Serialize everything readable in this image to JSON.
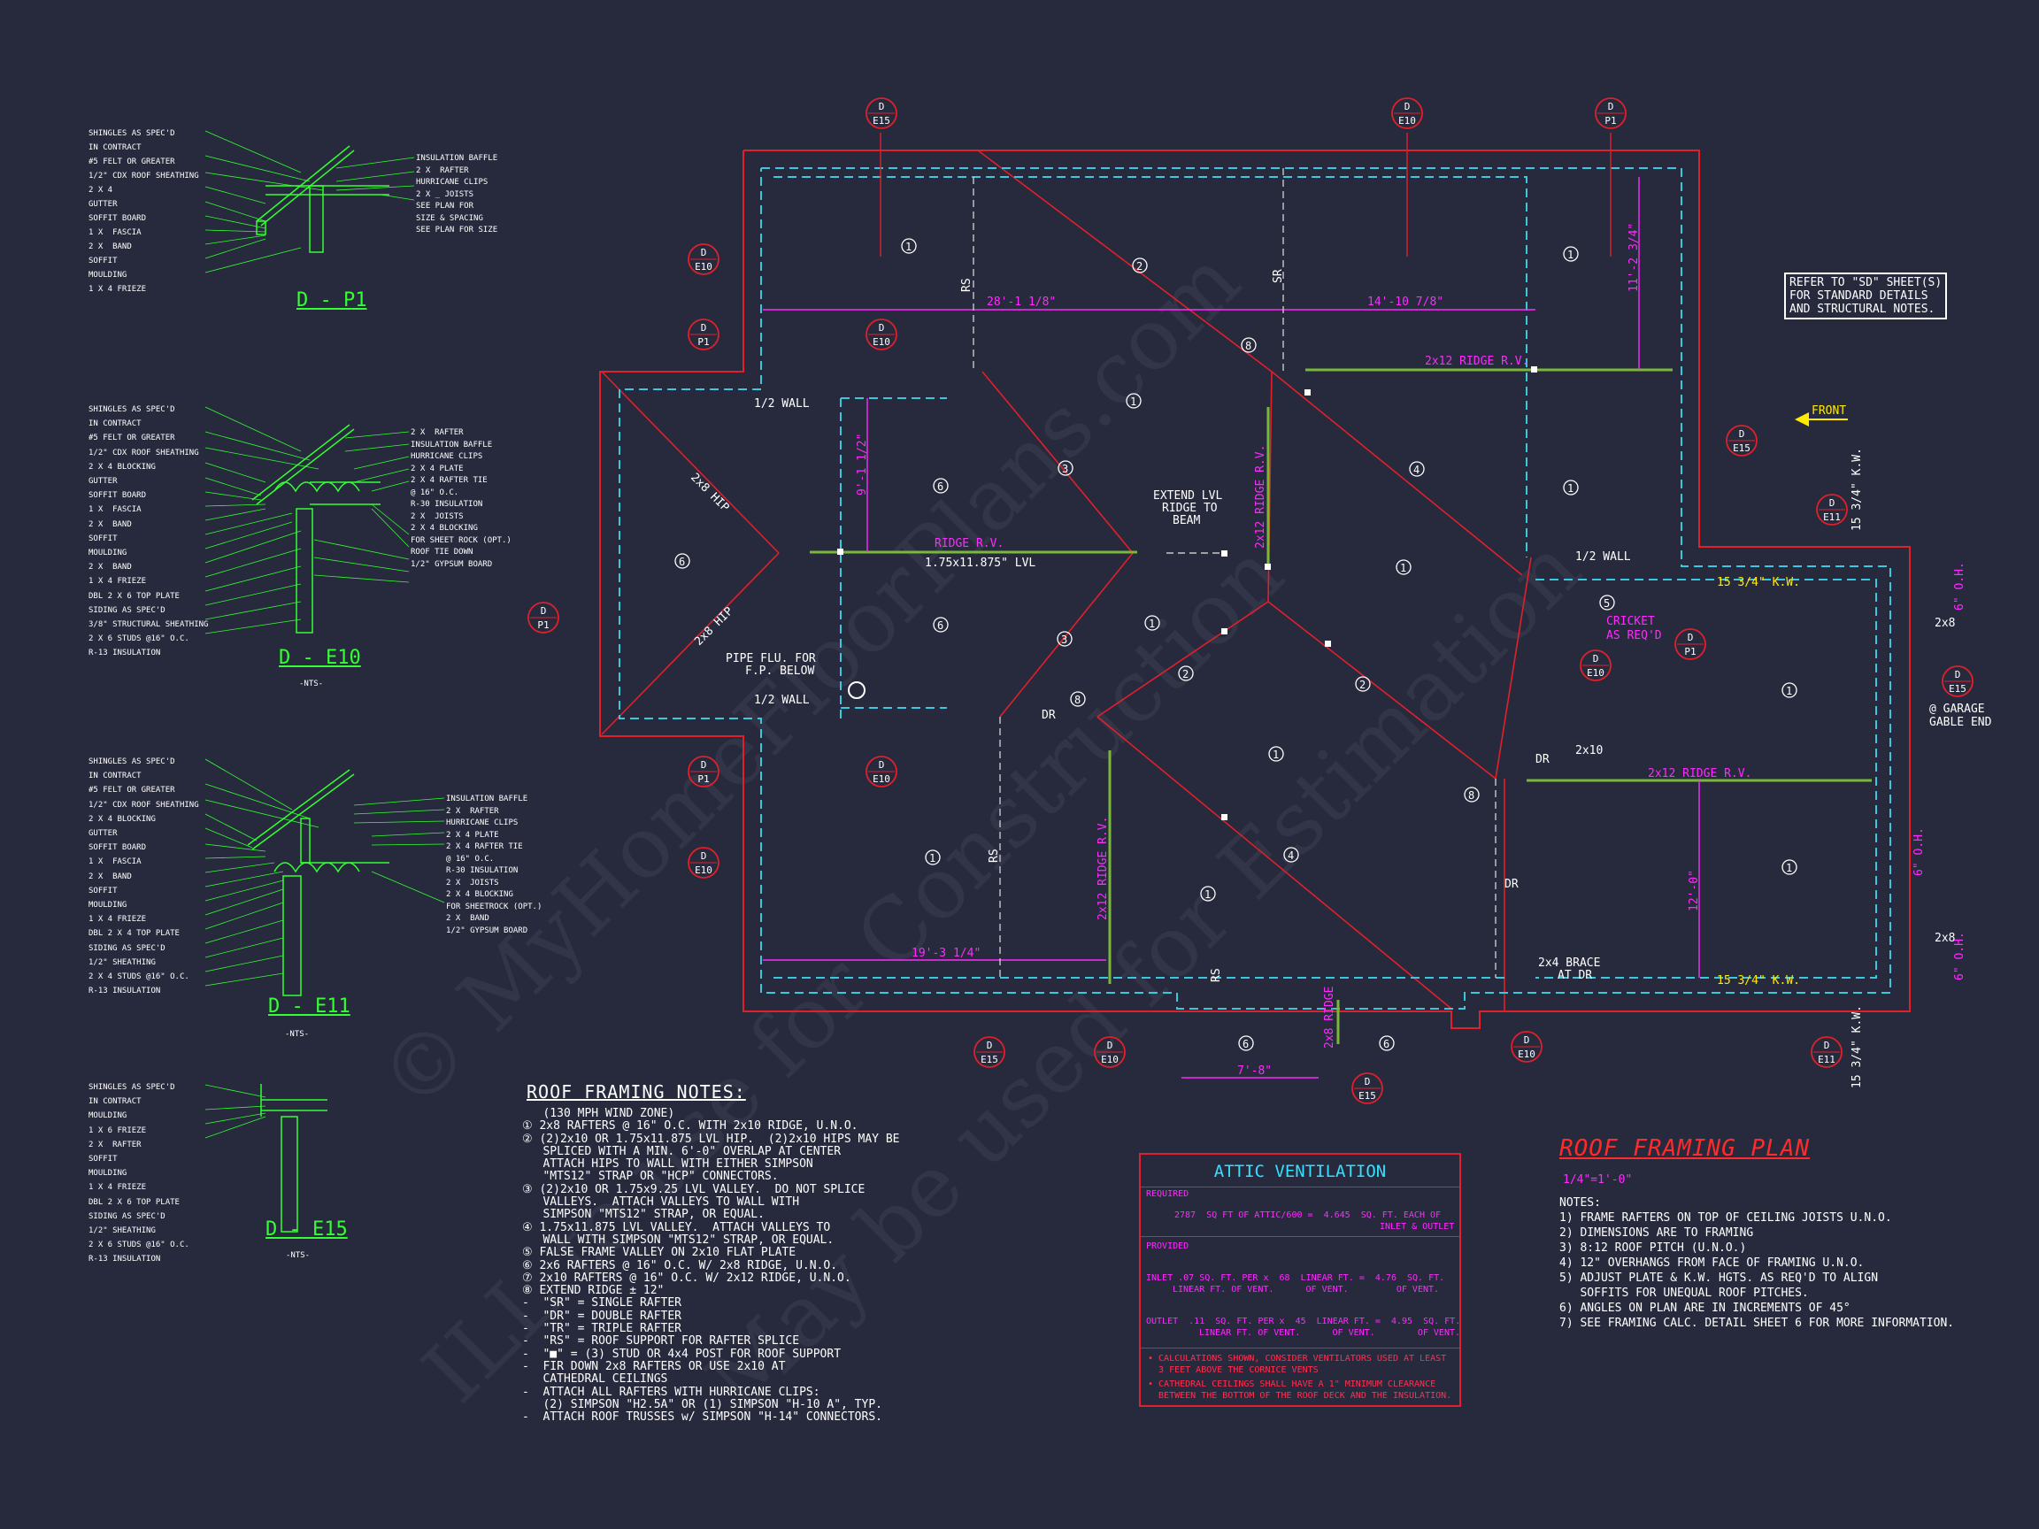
{
  "watermark": [
    "© MyHomeFloorPlans.com",
    "ILL to use for Construction",
    "May be used for Estimation"
  ],
  "plan": {
    "title": "ROOF FRAMING PLAN",
    "scale": "1/4\"=1'-0\"",
    "front_label": "FRONT",
    "notes_heading": "NOTES:",
    "notes": [
      "1) FRAME RAFTERS ON TOP OF CEILING JOISTS U.N.O.",
      "2) DIMENSIONS ARE TO FRAMING",
      "3) 8:12 ROOF PITCH (U.N.O.)",
      "4) 12\" OVERHANGS FROM FACE OF FRAMING U.N.O.",
      "5) ADJUST PLATE & K.W. HGTS. AS REQ'D TO ALIGN",
      "   SOFFITS FOR UNEQUAL ROOF PITCHES.",
      "6) ANGLES ON PLAN ARE IN INCREMENTS OF 45°",
      "7) SEE FRAMING CALC. DETAIL SHEET 6 FOR MORE INFORMATION."
    ],
    "refer_note": [
      "REFER TO \"SD\" SHEET(S)",
      "FOR STANDARD DETAILS",
      "AND STRUCTURAL NOTES."
    ],
    "labels": {
      "dim_top_left": "28'-1 1/8\"",
      "dim_top_right": "14'-10 7/8\"",
      "dim_vert_right": "11'-2 3/4\"",
      "dim_vert_left": "9'-1 1/2\"",
      "dim_bottom_left": "19'-3 1/4\"",
      "dim_bottom": "7'-8\"",
      "dim_right_vert": "12'-0\"",
      "ridge_top": "2x12 RIDGE R.V.",
      "ridge_mid": "RIDGE R.V.",
      "lvl": "1.75x11.875\" LVL",
      "ridge_right": "2x12 RIDGE R.V.",
      "ridge_vert": "2x12 RIDGE R.V.",
      "ridge_lower": "2x12 RIDGE R.V.",
      "ridge_bottom": "2x8 RIDGE",
      "half_wall_1": "1/2 WALL",
      "half_wall_2": "1/2 WALL",
      "half_wall_3": "1/2 WALL",
      "extend_lvl": [
        "EXTEND LVL",
        "RIDGE TO",
        "BEAM"
      ],
      "pipe": [
        "PIPE FLU. FOR",
        "F.P. BELOW"
      ],
      "cricket": [
        "CRICKET",
        "AS REQ'D"
      ],
      "garage": [
        "@ GARAGE",
        "GABLE END"
      ],
      "brace": [
        "2x4 BRACE",
        "AT DR"
      ],
      "kw_top": "15 3/4\" K.W.",
      "kw_bottom": "15 3/4\" K.W.",
      "kw_side_top": "15 3/4\" K.W.",
      "kw_side_bottom": "15 3/4\" K.W.",
      "hip_left_1": "2x8 HIP",
      "hip_left_2": "2x8 HIP",
      "sr": "SR",
      "rs1": "RS",
      "rs2": "RS",
      "rs3": "RS",
      "dr1": "DR",
      "dr2": "DR",
      "dr3": "DR",
      "x2x10": "2x10",
      "x2x8_1": "2x8",
      "x2x8_2": "2x8",
      "oh1": "6\" O.H.",
      "oh2": "6\" O.H.",
      "oh3": "6\" O.H."
    },
    "callouts": [
      {
        "top": "D",
        "bot": "E15"
      },
      {
        "top": "D",
        "bot": "E10"
      },
      {
        "top": "D",
        "bot": "P1"
      },
      {
        "top": "D",
        "bot": "E10"
      },
      {
        "top": "D",
        "bot": "P1"
      },
      {
        "top": "D",
        "bot": "E10"
      },
      {
        "top": "D",
        "bot": "E15"
      },
      {
        "top": "D",
        "bot": "E11"
      },
      {
        "top": "D",
        "bot": "P1"
      },
      {
        "top": "D",
        "bot": "E10"
      },
      {
        "top": "D",
        "bot": "E15"
      },
      {
        "top": "D",
        "bot": "P1"
      },
      {
        "top": "D",
        "bot": "P1"
      },
      {
        "top": "D",
        "bot": "E10"
      },
      {
        "top": "D",
        "bot": "E10"
      },
      {
        "top": "D",
        "bot": "E15"
      },
      {
        "top": "D",
        "bot": "E10"
      },
      {
        "top": "D",
        "bot": "E15"
      },
      {
        "top": "D",
        "bot": "E10"
      },
      {
        "top": "D",
        "bot": "E11"
      }
    ]
  },
  "framing_notes": {
    "title": "ROOF FRAMING NOTES:",
    "lines": [
      "   (130 MPH WIND ZONE)",
      "① 2x8 RAFTERS @ 16\" O.C. WITH 2x10 RIDGE, U.N.O.",
      "② (2)2x10 OR 1.75x11.875 LVL HIP.  (2)2x10 HIPS MAY BE",
      "   SPLICED WITH A MIN. 6'-0\" OVERLAP AT CENTER",
      "   ATTACH HIPS TO WALL WITH EITHER SIMPSON",
      "   \"MTS12\" STRAP OR \"HCP\" CONNECTORS.",
      "③ (2)2x10 OR 1.75x9.25 LVL VALLEY.  DO NOT SPLICE",
      "   VALLEYS.  ATTACH VALLEYS TO WALL WITH",
      "   SIMPSON \"MTS12\" STRAP, OR EQUAL.",
      "④ 1.75x11.875 LVL VALLEY.  ATTACH VALLEYS TO",
      "   WALL WITH SIMPSON \"MTS12\" STRAP, OR EQUAL.",
      "⑤ FALSE FRAME VALLEY ON 2x10 FLAT PLATE",
      "⑥ 2x6 RAFTERS @ 16\" O.C. W/ 2x8 RIDGE, U.N.O.",
      "⑦ 2x10 RAFTERS @ 16\" O.C. W/ 2x12 RIDGE, U.N.O.",
      "⑧ EXTEND RIDGE ± 12\"",
      "-  \"SR\" = SINGLE RAFTER",
      "-  \"DR\" = DOUBLE RAFTER",
      "-  \"TR\" = TRIPLE RAFTER",
      "-  \"RS\" = ROOF SUPPORT FOR RAFTER SPLICE",
      "-  \"■\" = (3) STUD OR 4x4 POST FOR ROOF SUPPORT",
      "-  FIR DOWN 2x8 RAFTERS OR USE 2x10 AT",
      "   CATHEDRAL CEILINGS",
      "-  ATTACH ALL RAFTERS WITH HURRICANE CLIPS:",
      "   (2) SIMPSON \"H2.5A\" OR (1) SIMPSON \"H-10 A\", TYP.",
      "-  ATTACH ROOF TRUSSES w/ SIMPSON \"H-14\" CONNECTORS."
    ]
  },
  "attic_ventilation": {
    "title": "ATTIC VENTILATION",
    "required_label": "REQUIRED",
    "required_line": "2787  SQ FT OF ATTIC/600 =  4.645  SQ. FT. EACH OF",
    "required_line2": "INLET & OUTLET",
    "provided_label": "PROVIDED",
    "inlet_line": "INLET .07 SQ. FT. PER x  68  LINEAR FT. =  4.76  SQ. FT.",
    "inlet_line2": "LINEAR FT. OF VENT.      OF VENT.         OF VENT.",
    "outlet_line": "OUTLET  .11  SQ. FT. PER x  45  LINEAR FT. =  4.95  SQ. FT.",
    "outlet_line2": "LINEAR FT. OF VENT.      OF VENT.        OF VENT.",
    "note1": "• CALCULATIONS SHOWN, CONSIDER VENTILATORS USED AT LEAST",
    "note1b": "  3 FEET ABOVE THE CORNICE VENTS",
    "note2": "• CATHEDRAL CEILINGS SHALL HAVE A 1\" MINIMUM CLEARANCE",
    "note2b": "  BETWEEN THE BOTTOM OF THE ROOF DECK AND THE INSULATION."
  },
  "details": [
    {
      "title": "D - P1",
      "nts": "",
      "left_labels": [
        "SHINGLES AS SPEC'D",
        "IN CONTRACT",
        "#5 FELT OR GREATER",
        "1/2\" CDX ROOF SHEATHING",
        "2 X 4",
        "GUTTER",
        "SOFFIT BOARD",
        "1 X  FASCIA",
        "2 X  BAND",
        "SOFFIT",
        "MOULDING",
        "1 X 4 FRIEZE"
      ],
      "right_labels": [
        "INSULATION BAFFLE",
        "2 X  RAFTER",
        "HURRICANE CLIPS",
        "2 X _ JOISTS",
        "SEE PLAN FOR",
        "SIZE & SPACING",
        "SEE PLAN FOR SIZE"
      ]
    },
    {
      "title": "D - E10",
      "nts": "-NTS-",
      "left_labels": [
        "SHINGLES AS SPEC'D",
        "IN CONTRACT",
        "#5 FELT OR GREATER",
        "1/2\" CDX ROOF SHEATHING",
        "2 X 4 BLOCKING",
        "GUTTER",
        "SOFFIT BOARD",
        "1 X  FASCIA",
        "2 X  BAND",
        "SOFFIT",
        "MOULDING",
        "2 X  BAND",
        "1 X 4 FRIEZE",
        "DBL 2 X 6 TOP PLATE",
        "SIDING AS SPEC'D",
        "3/8\" STRUCTURAL SHEATHING",
        "2 X 6 STUDS @16\" O.C.",
        "R-13 INSULATION"
      ],
      "right_labels": [
        "2 X  RAFTER",
        "INSULATION BAFFLE",
        "HURRICANE CLIPS",
        "2 X 4 PLATE",
        "2 X 4 RAFTER TIE",
        "@ 16\" O.C.",
        "R-30 INSULATION",
        "2 X  JOISTS",
        "2 X 4 BLOCKING",
        "FOR SHEET ROCK (OPT.)",
        "ROOF TIE DOWN",
        "1/2\" GYPSUM BOARD"
      ]
    },
    {
      "title": "D - E11",
      "nts": "-NTS-",
      "left_labels": [
        "SHINGLES AS SPEC'D",
        "IN CONTRACT",
        "#5 FELT OR GREATER",
        "1/2\" CDX ROOF SHEATHING",
        "2 X 4 BLOCKING",
        "GUTTER",
        "SOFFIT BOARD",
        "1 X  FASCIA",
        "2 X  BAND",
        "SOFFIT",
        "MOULDING",
        "1 X 4 FRIEZE",
        "DBL 2 X 4 TOP PLATE",
        "SIDING AS SPEC'D",
        "1/2\" SHEATHING",
        "2 X 4 STUDS @16\" O.C.",
        "R-13 INSULATION"
      ],
      "right_labels": [
        "INSULATION BAFFLE",
        "2 X  RAFTER",
        "HURRICANE CLIPS",
        "2 X 4 PLATE",
        "2 X 4 RAFTER TIE",
        "@ 16\" O.C.",
        "R-30 INSULATION",
        "2 X  JOISTS",
        "2 X 4 BLOCKING",
        "FOR SHEETROCK (OPT.)",
        "2 X  BAND",
        "1/2\" GYPSUM BOARD"
      ]
    },
    {
      "title": "D - E15",
      "nts": "-NTS-",
      "left_labels": [
        "SHINGLES AS SPEC'D",
        "IN CONTRACT",
        "MOULDING",
        "1 X 6 FRIEZE",
        "2 X  RAFTER",
        "SOFFIT",
        "MOULDING",
        "1 X 4 FRIEZE",
        "DBL 2 X 6 TOP PLATE",
        "SIDING AS SPEC'D",
        "1/2\" SHEATHING",
        "2 X 6 STUDS @16\" O.C.",
        "R-13 INSULATION"
      ],
      "right_labels": []
    }
  ]
}
